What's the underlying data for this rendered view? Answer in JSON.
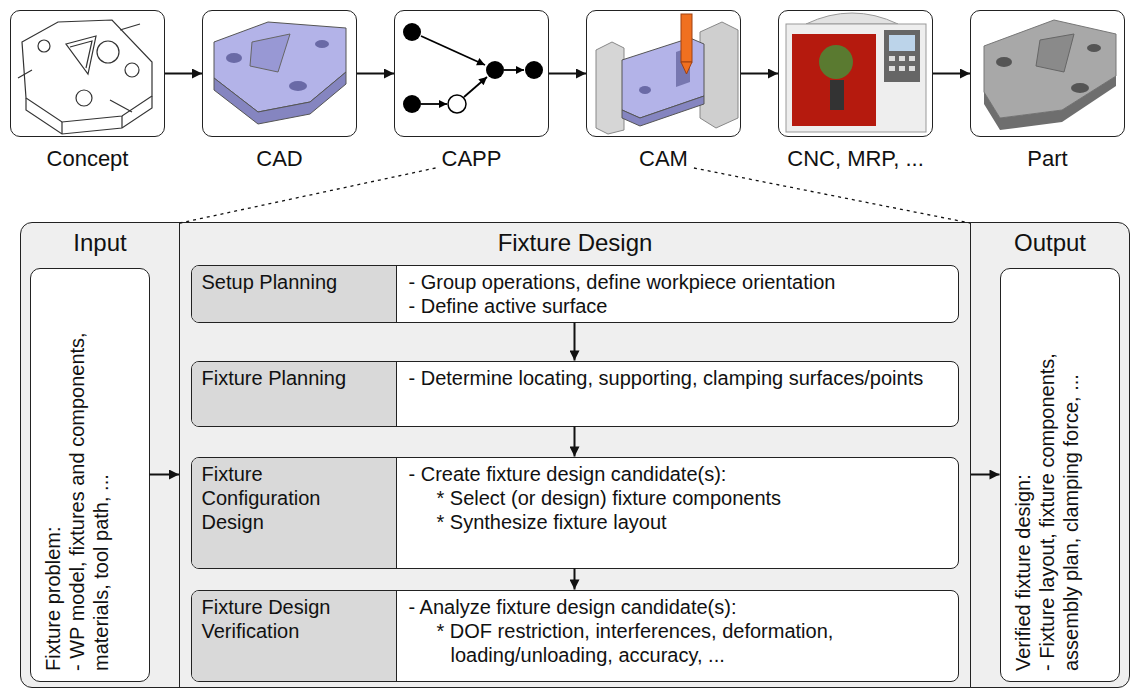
{
  "diagram": {
    "nodes": [
      {
        "text": [
          "Concept"
        ]
      },
      {
        "text": [
          "CAD"
        ]
      },
      {
        "text": [
          "CAPP"
        ]
      },
      {
        "text": [
          "CAM"
        ]
      },
      {
        "text": [
          "CNC, MRP, ..."
        ]
      },
      {
        "text": [
          "Part"
        ]
      },
      {
        "text": [
          "Input"
        ]
      },
      {
        "text": [
          "Fixture problem:",
          "- WP model, fixtures and components, materials, tool path, ..."
        ],
        "in": 6
      },
      {
        "text": [
          "Fixture Design"
        ]
      },
      {
        "text": [
          "Setup Planning",
          "- Group operations, define workpiece orientation",
          "- Define active surface"
        ],
        "in": 8
      },
      {
        "text": [
          "Fixture Planning",
          "- Determine locating, supporting, clamping surfaces/points"
        ],
        "in": 8
      },
      {
        "text": [
          "Fixture Configuration Design",
          "- Create fixture design candidate(s):",
          "* Select (or design) fixture components",
          "* Synthesize fixture layout"
        ],
        "in": 8
      },
      {
        "text": [
          "Fixture Design Verification",
          "- Analyze fixture design candidate(s):",
          "* DOF restriction, interferences, deformation, loading/unloading, accuracy, ..."
        ],
        "in": 8
      },
      {
        "text": [
          "Output"
        ]
      },
      {
        "text": [
          "Verified fixture design:",
          "- Fixture layout, fixture components, assembly plan, clamping force, ..."
        ],
        "in": 13
      }
    ],
    "edges": [
      {
        "from": 0,
        "to": 1,
        "arrow": "to"
      },
      {
        "from": 1,
        "to": 2,
        "arrow": "to"
      },
      {
        "from": 2,
        "to": 3,
        "arrow": "to"
      },
      {
        "from": 3,
        "to": 4,
        "arrow": "to"
      },
      {
        "from": 4,
        "to": 5,
        "arrow": "to"
      },
      {
        "from": 2,
        "to": 8,
        "arrow": "none"
      },
      {
        "from": 3,
        "to": 8,
        "arrow": "none"
      },
      {
        "from": 7,
        "to": 8,
        "arrow": "to"
      },
      {
        "from": 8,
        "to": 14,
        "arrow": "to"
      },
      {
        "from": 9,
        "to": 10,
        "arrow": "to"
      },
      {
        "from": 10,
        "to": 11,
        "arrow": "to"
      },
      {
        "from": 11,
        "to": 12,
        "arrow": "to"
      }
    ]
  }
}
